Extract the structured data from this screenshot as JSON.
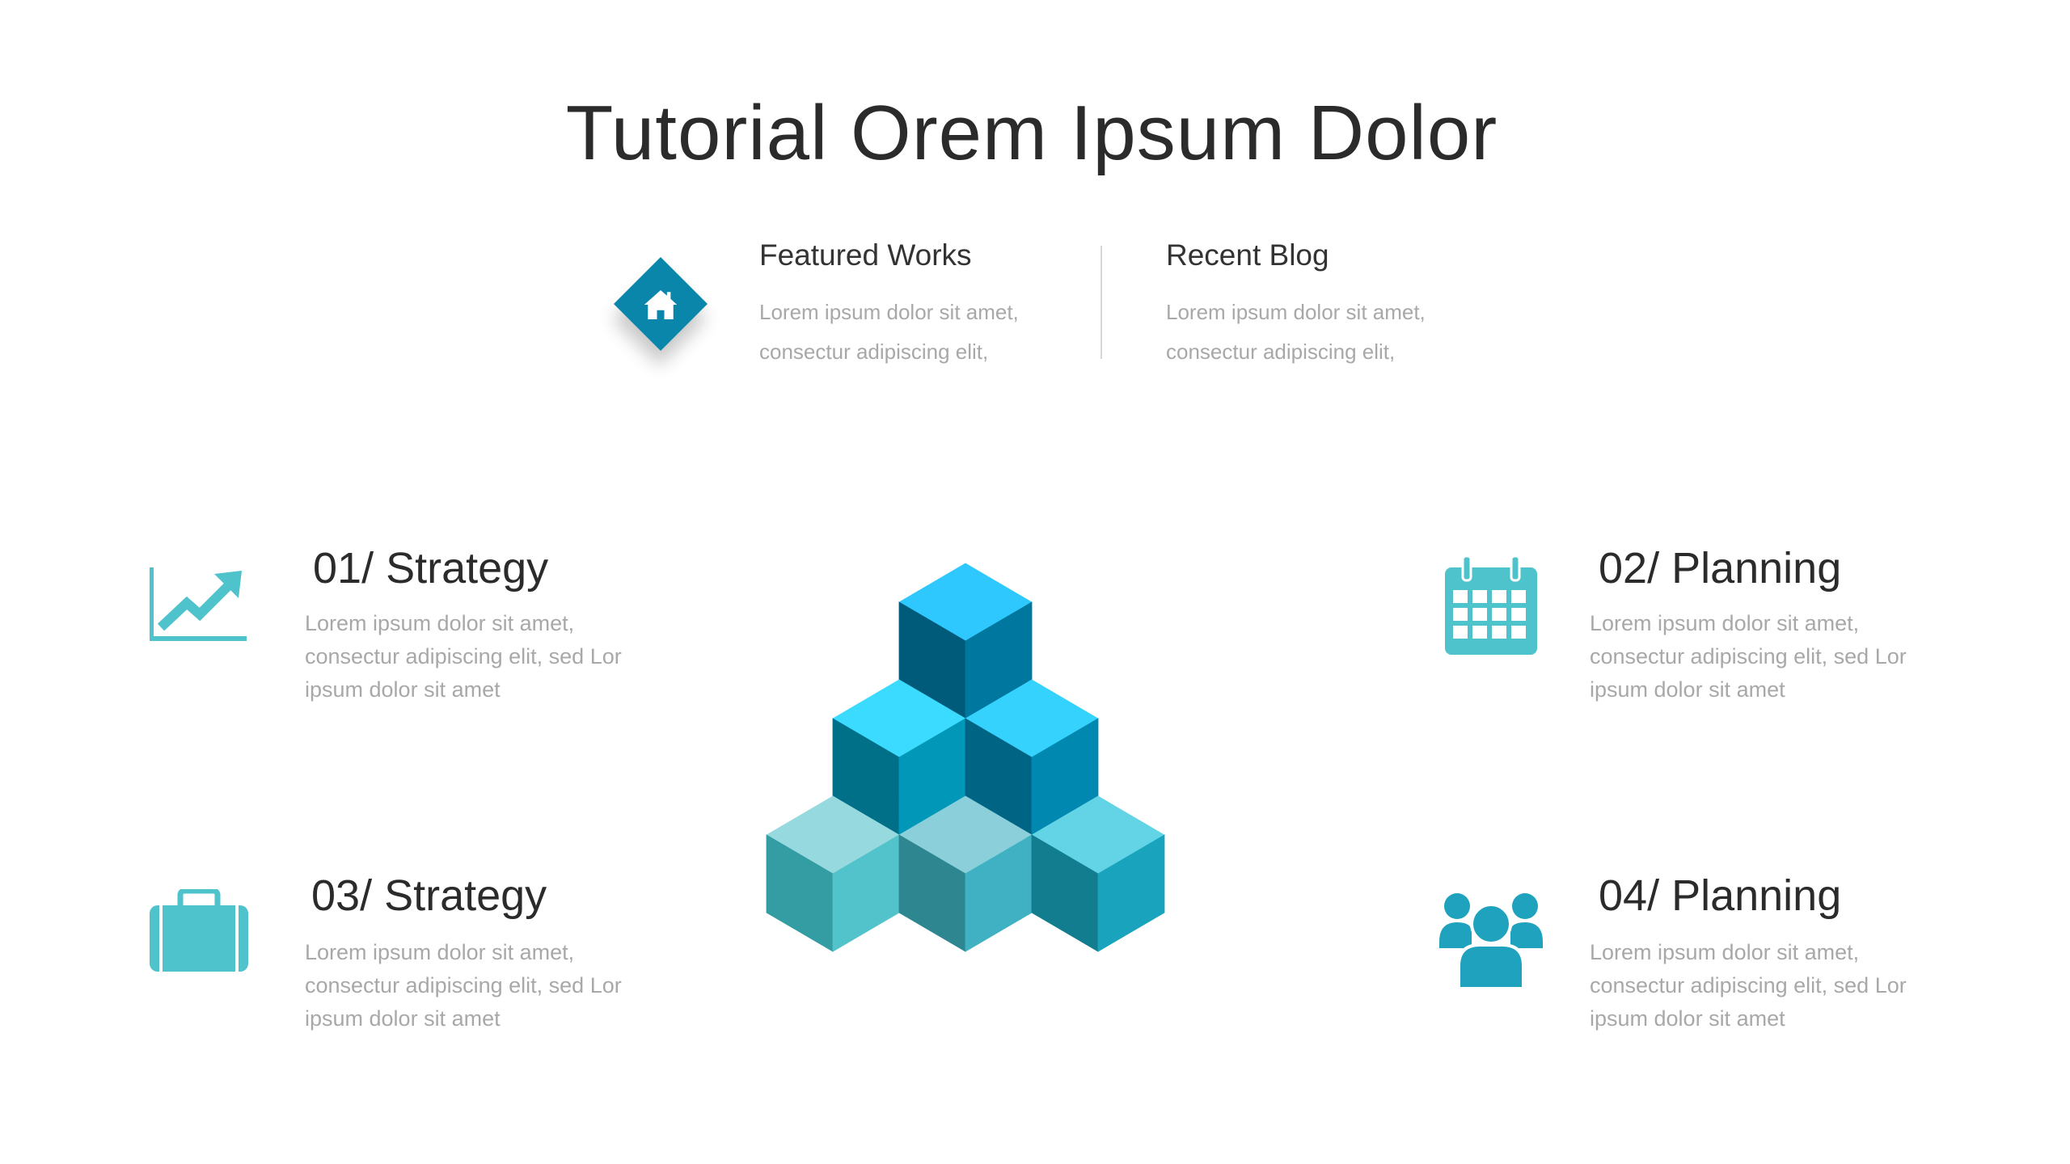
{
  "title": "Tutorial Orem Ipsum Dolor",
  "header": {
    "featured": {
      "heading": "Featured Works",
      "line1": "Lorem ipsum dolor sit amet,",
      "line2": "consectur adipiscing elit,"
    },
    "blog": {
      "heading": "Recent Blog",
      "line1": "Lorem ipsum dolor sit amet,",
      "line2": "consectur adipiscing elit,"
    },
    "icon": "home-icon",
    "accent": "#0a86ab"
  },
  "sections": [
    {
      "heading": "01/ Strategy",
      "icon": "trend-chart-icon",
      "lines": [
        "Lorem ipsum dolor sit amet,",
        "consectur adipiscing elit, sed Lor",
        "ipsum dolor sit amet"
      ]
    },
    {
      "heading": "02/ Planning",
      "icon": "calendar-icon",
      "lines": [
        "Lorem ipsum dolor sit amet,",
        "consectur adipiscing elit, sed Lor",
        "ipsum dolor sit amet"
      ]
    },
    {
      "heading": "03/ Strategy",
      "icon": "briefcase-icon",
      "lines": [
        "Lorem ipsum dolor sit amet,",
        "consectur adipiscing elit, sed Lor",
        "ipsum dolor sit amet"
      ]
    },
    {
      "heading": "04/ Planning",
      "icon": "people-icon",
      "lines": [
        "Lorem ipsum dolor sit amet,",
        "consectur adipiscing elit, sed Lor",
        "ipsum dolor sit amet"
      ]
    }
  ],
  "icon_colors": {
    "teal": "#4fc3cc",
    "people": "#1fa2bd"
  },
  "cubes": [
    {
      "top": "#2ec8ff",
      "left": "#005a7a",
      "right": "#00779e"
    },
    {
      "top": "#3bdbff",
      "left": "#007089",
      "right": "#0097b8"
    },
    {
      "top": "#35d2fd",
      "left": "#006585",
      "right": "#0088b0"
    },
    {
      "top": "#96d9de",
      "left": "#339da3",
      "right": "#52c3cb"
    },
    {
      "top": "#8acfd9",
      "left": "#2e8690",
      "right": "#3fb1c3"
    },
    {
      "top": "#63d4e6",
      "left": "#137d90",
      "right": "#1aa3bd"
    }
  ]
}
